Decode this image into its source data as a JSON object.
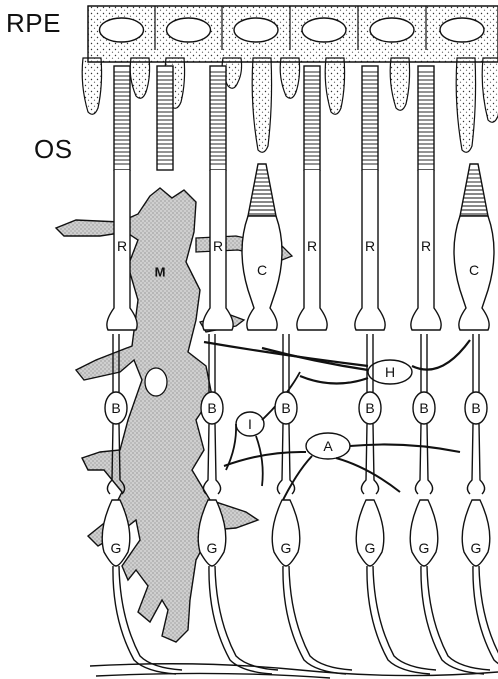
{
  "labels": {
    "rpe": "RPE",
    "os": "OS"
  },
  "cells": {
    "rod": "R",
    "cone": "C",
    "muller": "M",
    "bipolar": "B",
    "ganglion": "G",
    "horizontal": "H",
    "amacrine": "A",
    "interplexiform": "I"
  },
  "colors": {
    "ink": "#111111",
    "muller_fill": "#c8c8c8",
    "background": "#ffffff"
  }
}
